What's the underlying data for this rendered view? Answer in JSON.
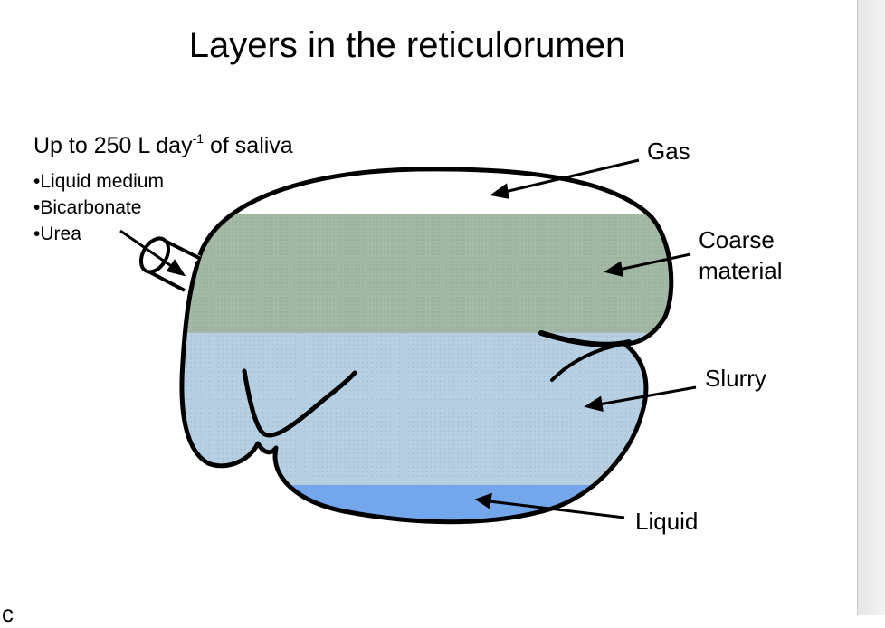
{
  "slide": {
    "title": "Layers in the reticulorumen",
    "saliva": {
      "prefix": "Up to 250 L day",
      "superscript": "-1",
      "suffix": " of saliva",
      "items": [
        "Liquid medium",
        "Bicarbonate",
        "Urea"
      ]
    },
    "labels": {
      "gas": "Gas",
      "coarse_line1": "Coarse",
      "coarse_line2": "material",
      "slurry": "Slurry",
      "liquid": "Liquid"
    },
    "corner_glyph": "c"
  },
  "colors": {
    "coarse": "#a3b9a6",
    "slurry": "#b6cfe3",
    "liquid": "#73a6eb",
    "outline": "#000000"
  }
}
